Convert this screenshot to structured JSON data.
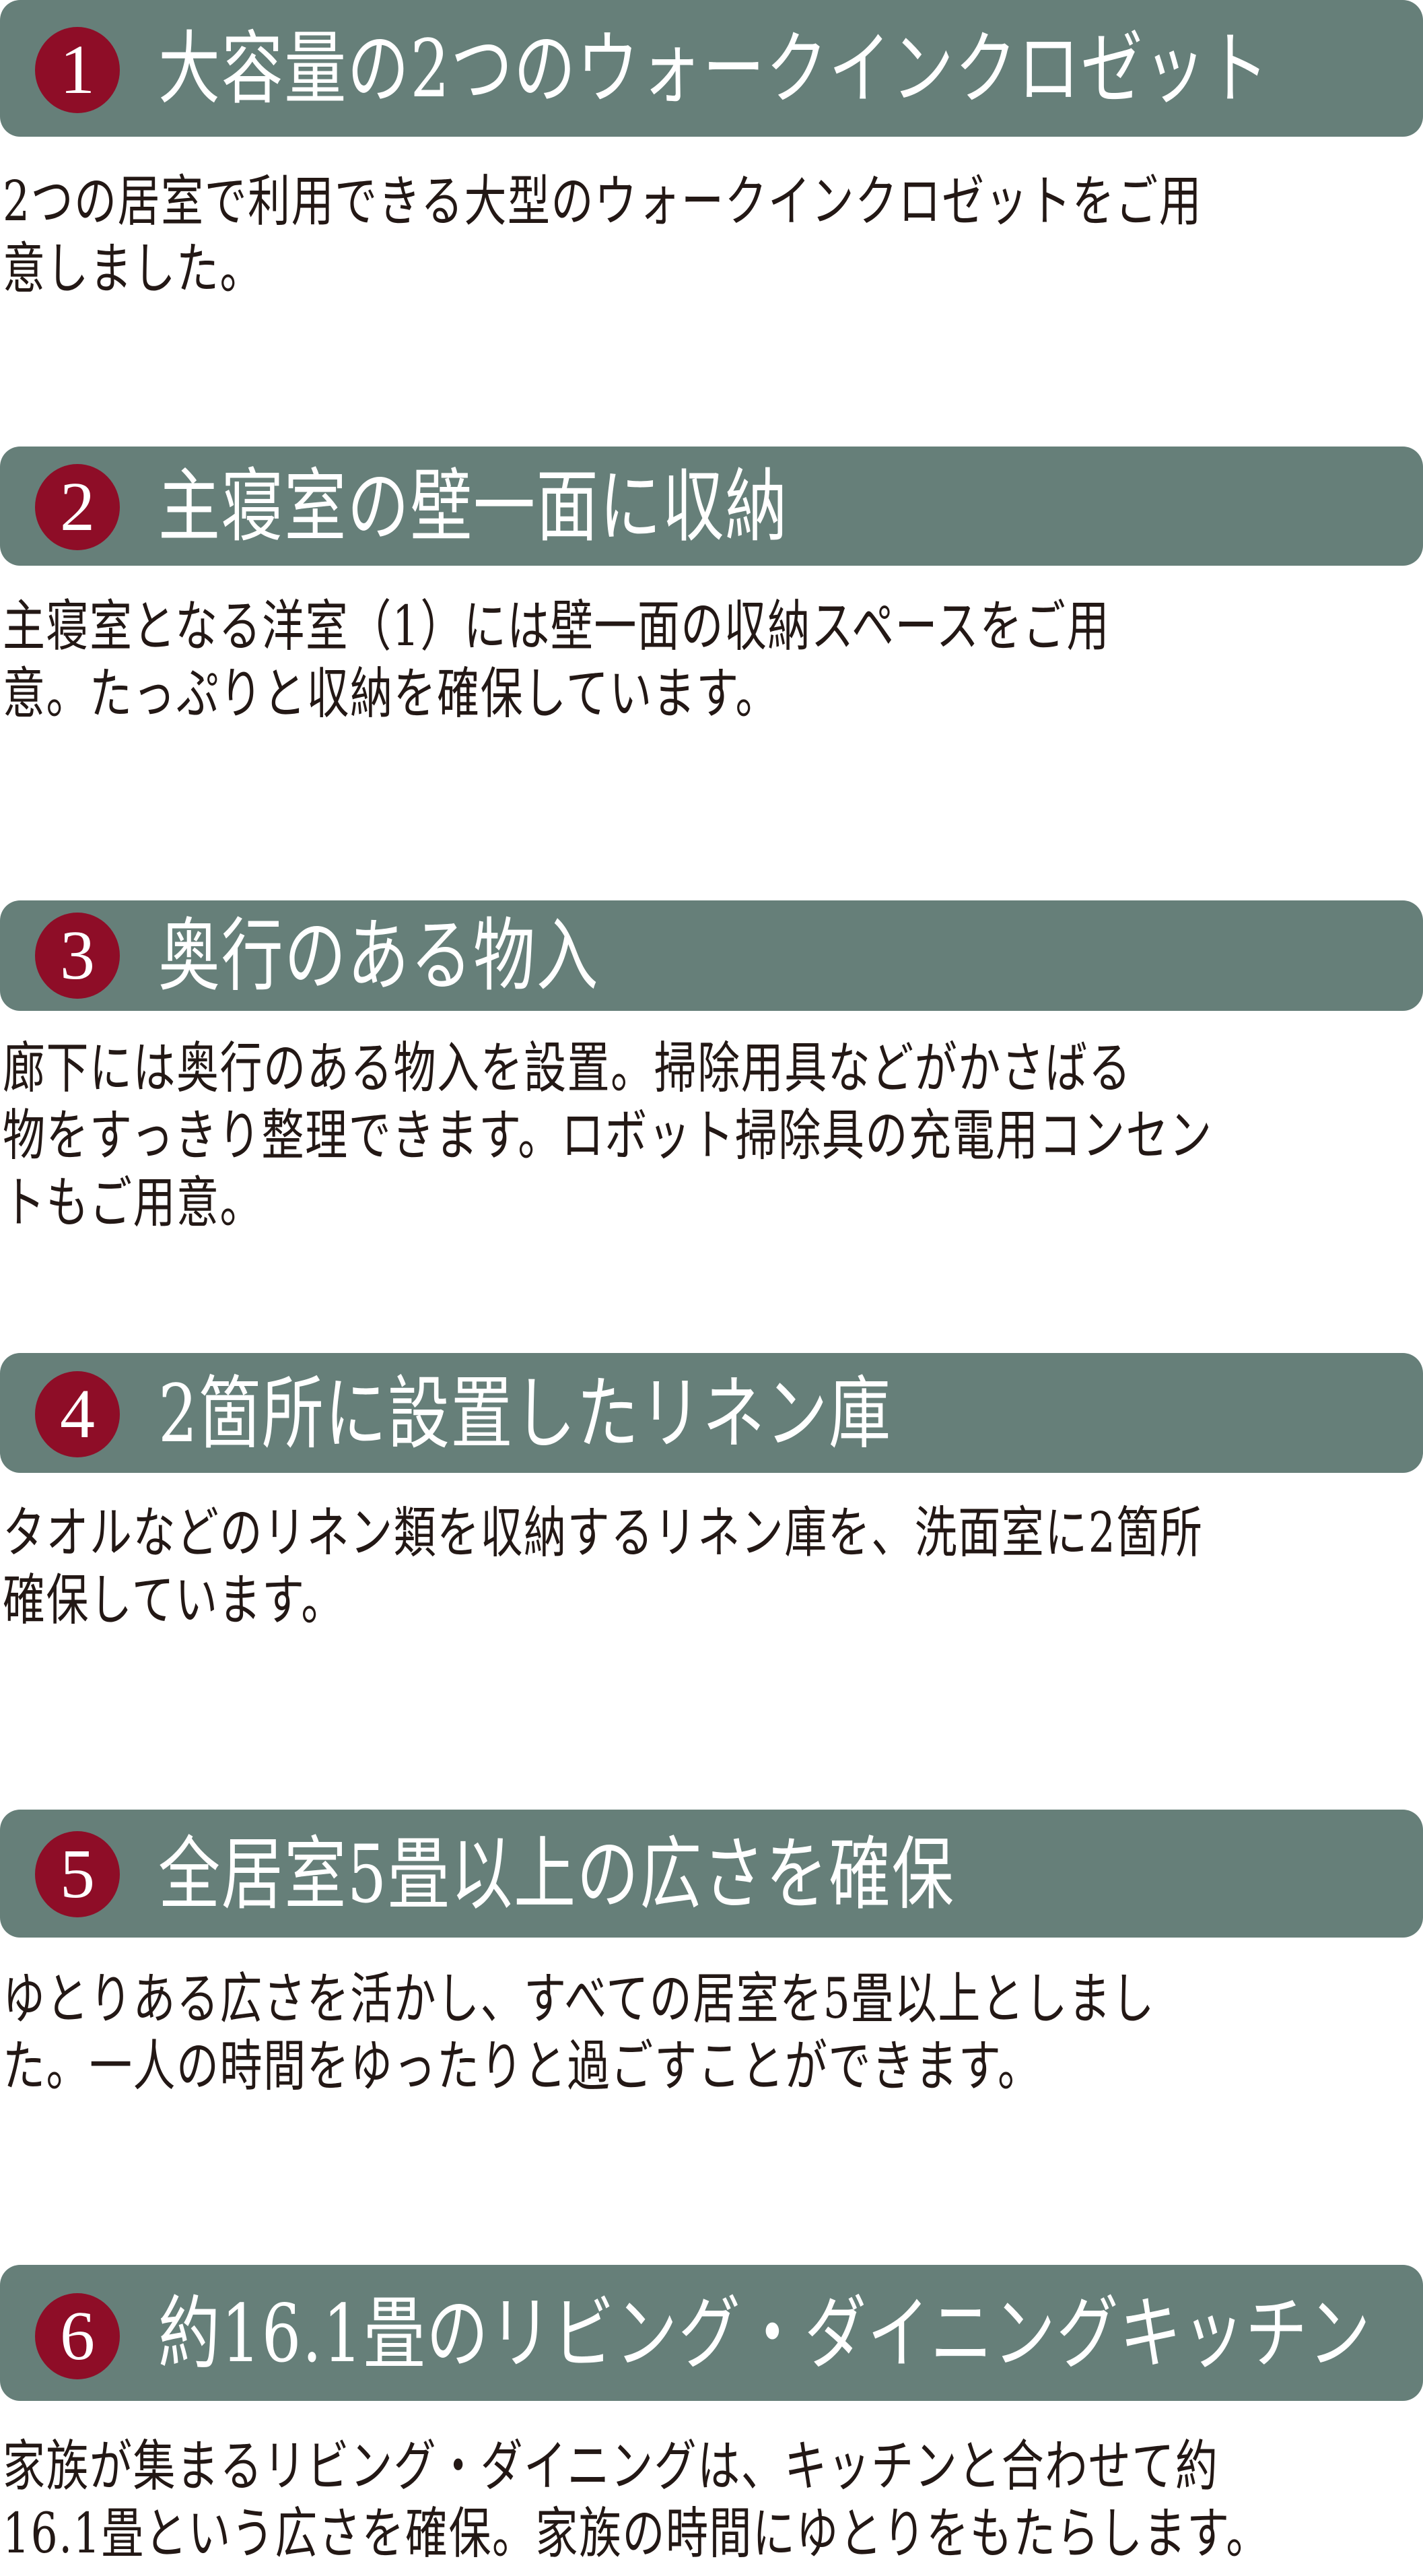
{
  "colors": {
    "header_bg": "#667f79",
    "number_badge": "#8e0d27",
    "body_text": "#231815"
  },
  "sections": [
    {
      "number": "1",
      "title": "大容量の2つのウォークインクロゼット",
      "lines": [
        "2つの居室で利用できる大型のウォークインクロゼットをご用",
        "意しました。"
      ]
    },
    {
      "number": "2",
      "title": "主寝室の壁一面に収納",
      "lines": [
        "主寝室となる洋室（1）には壁一面の収納スペースをご用",
        "意。たっぷりと収納を確保しています。"
      ]
    },
    {
      "number": "3",
      "title": "奥行のある物入",
      "lines": [
        "廊下には奥行のある物入を設置。掃除用具などがかさばる",
        "物をすっきり整理できます。ロボット掃除具の充電用コンセン",
        "トもご用意。"
      ]
    },
    {
      "number": "4",
      "title": "2箇所に設置したリネン庫",
      "lines": [
        "タオルなどのリネン類を収納するリネン庫を、洗面室に2箇所",
        "確保しています。"
      ]
    },
    {
      "number": "5",
      "title": "全居室5畳以上の広さを確保",
      "lines": [
        "ゆとりある広さを活かし、すべての居室を5畳以上としまし",
        "た。一人の時間をゆったりと過ごすことができます。"
      ]
    },
    {
      "number": "6",
      "title": "約16.1畳のリビング・ダイニングキッチン",
      "lines": [
        "家族が集まるリビング・ダイニングは、キッチンと合わせて約",
        "16.1畳という広さを確保。家族の時間にゆとりをもたらします。"
      ]
    }
  ]
}
